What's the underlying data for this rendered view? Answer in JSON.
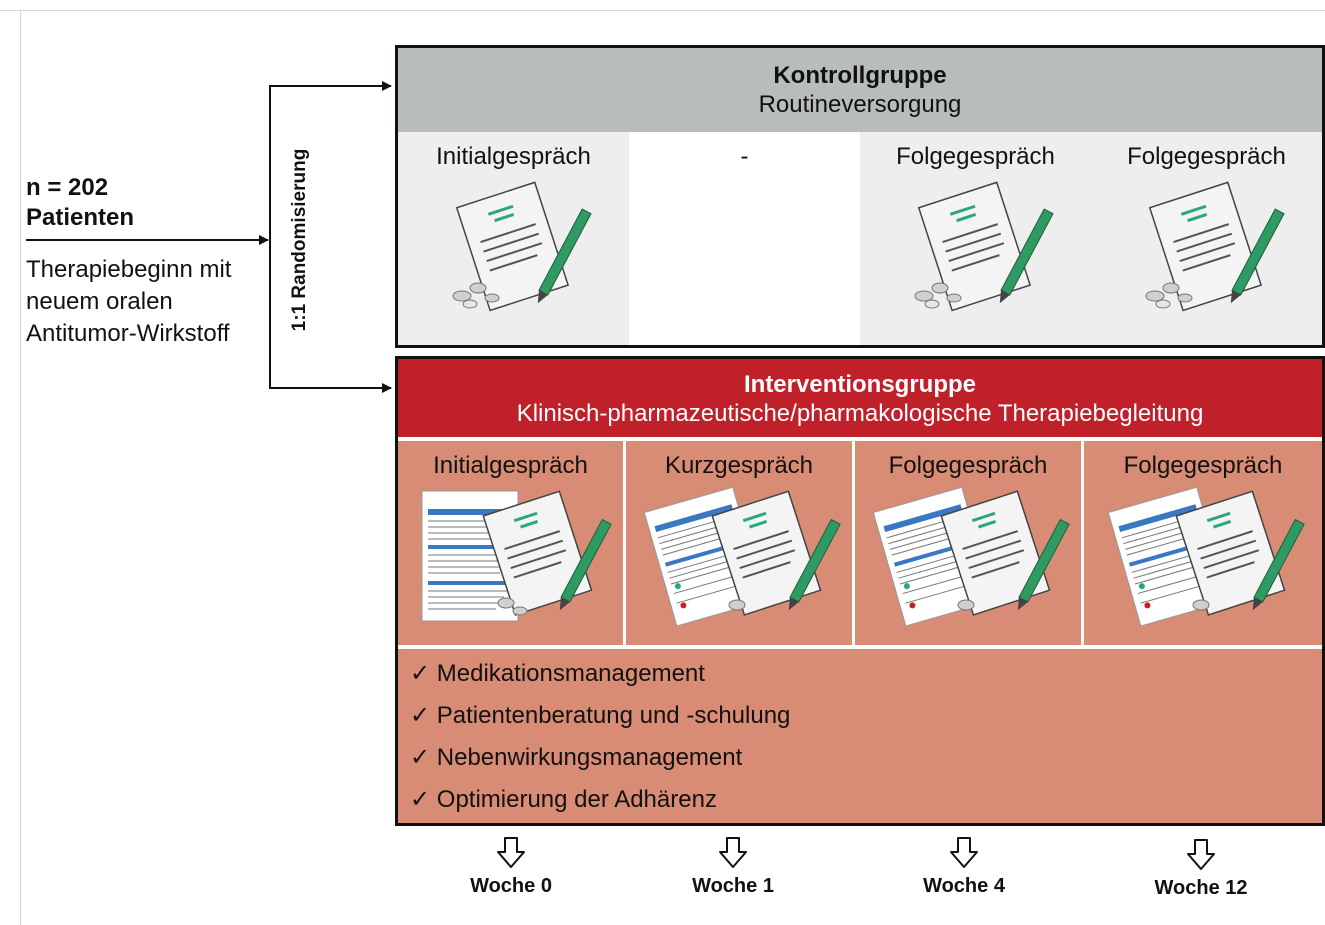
{
  "patients": {
    "count": "n = 202",
    "label": "Patienten",
    "description": "Therapiebeginn mit neuem oralen Antitumor-Wirkstoff"
  },
  "randomization": "1:1 Randomisierung",
  "control_group": {
    "title": "Kontrollgruppe",
    "subtitle": "Routineversorgung",
    "header_color": "#b9bcbd",
    "columns": [
      {
        "label": "Initialgespräch",
        "icon": "document-pencil-icon"
      },
      {
        "label": "-",
        "icon": ""
      },
      {
        "label": "Folgegespräch",
        "icon": "document-pencil-icon"
      },
      {
        "label": "Folgegespräch",
        "icon": "document-pencil-icon"
      }
    ]
  },
  "intervention_group": {
    "title": "Interventionsgruppe",
    "subtitle": "Klinisch-pharmazeutische/pharmakologische Therapiebegleitung",
    "header_color": "#c0202a",
    "body_color": "#d98c75",
    "columns": [
      {
        "label": "Initialgespräch",
        "icon": "medication-plan-document-icon"
      },
      {
        "label": "Kurzgespräch",
        "icon": "medication-plan-document-icon"
      },
      {
        "label": "Folgegespräch",
        "icon": "medication-plan-document-icon"
      },
      {
        "label": "Folgegespräch",
        "icon": "medication-plan-document-icon"
      }
    ],
    "checklist": [
      "Medikationsmanagement",
      "Patientenberatung und -schulung",
      "Nebenwirkungsmanagement",
      "Optimierung der Adhärenz"
    ]
  },
  "weeks": [
    "Woche 0",
    "Woche 1",
    "Woche 4",
    "Woche 12"
  ]
}
